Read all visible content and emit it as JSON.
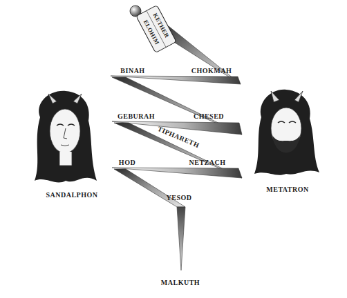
{
  "diagram": {
    "labels": [
      "ELOHIM",
      "KETHER",
      "BINAH",
      "CHOKMAH",
      "GEBURAH",
      "CHESED",
      "TIPHARETH",
      "HOD",
      "NETZACH",
      "SANDALPHON",
      "METATRON",
      "YESOD",
      "MALKUTH"
    ]
  }
}
